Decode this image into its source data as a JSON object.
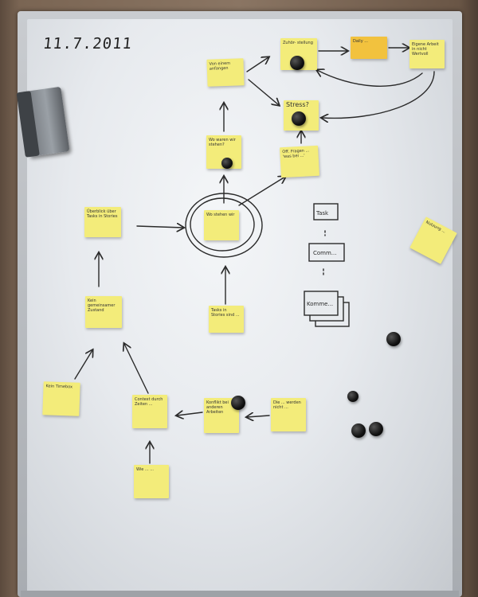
{
  "board": {
    "date": "11.7.2011"
  },
  "notes": {
    "top_left": "Von einem anfangen",
    "top_mid": "Zuhör- stellung",
    "top_orange": "Daily ...",
    "top_right": "Eigene Arbeit in nicht Wertvoll",
    "mid_center": "Stress?",
    "center_upper": "Wo waren wir stehen?",
    "center_right": "Off. Fragen ... 'was bei ...'",
    "left_mid": "Überblick über Tasks in Stories",
    "center_circle": "Wo stehen wir",
    "far_right": "Nutzung ...",
    "left_lower": "Kein gemeinsamer Zustand",
    "center_lower": "Tasks in Stories sind ...",
    "bottom_left": "Kein Timebox",
    "bottom_mid_left": "Context durch Zeiten ...",
    "bottom_center": "Konflikt bei anderen Arbeiten",
    "bottom_right": "Die ... werden nicht ...",
    "bottom_lowest": "Wie ... ..."
  },
  "sketch": {
    "box_top": "Task",
    "box_mid": "Comm...",
    "box_bottom": "Komme..."
  },
  "colors": {
    "note_yellow": "#f3ec7a",
    "note_orange": "#f2c23e",
    "ink": "#2a2a2a"
  }
}
